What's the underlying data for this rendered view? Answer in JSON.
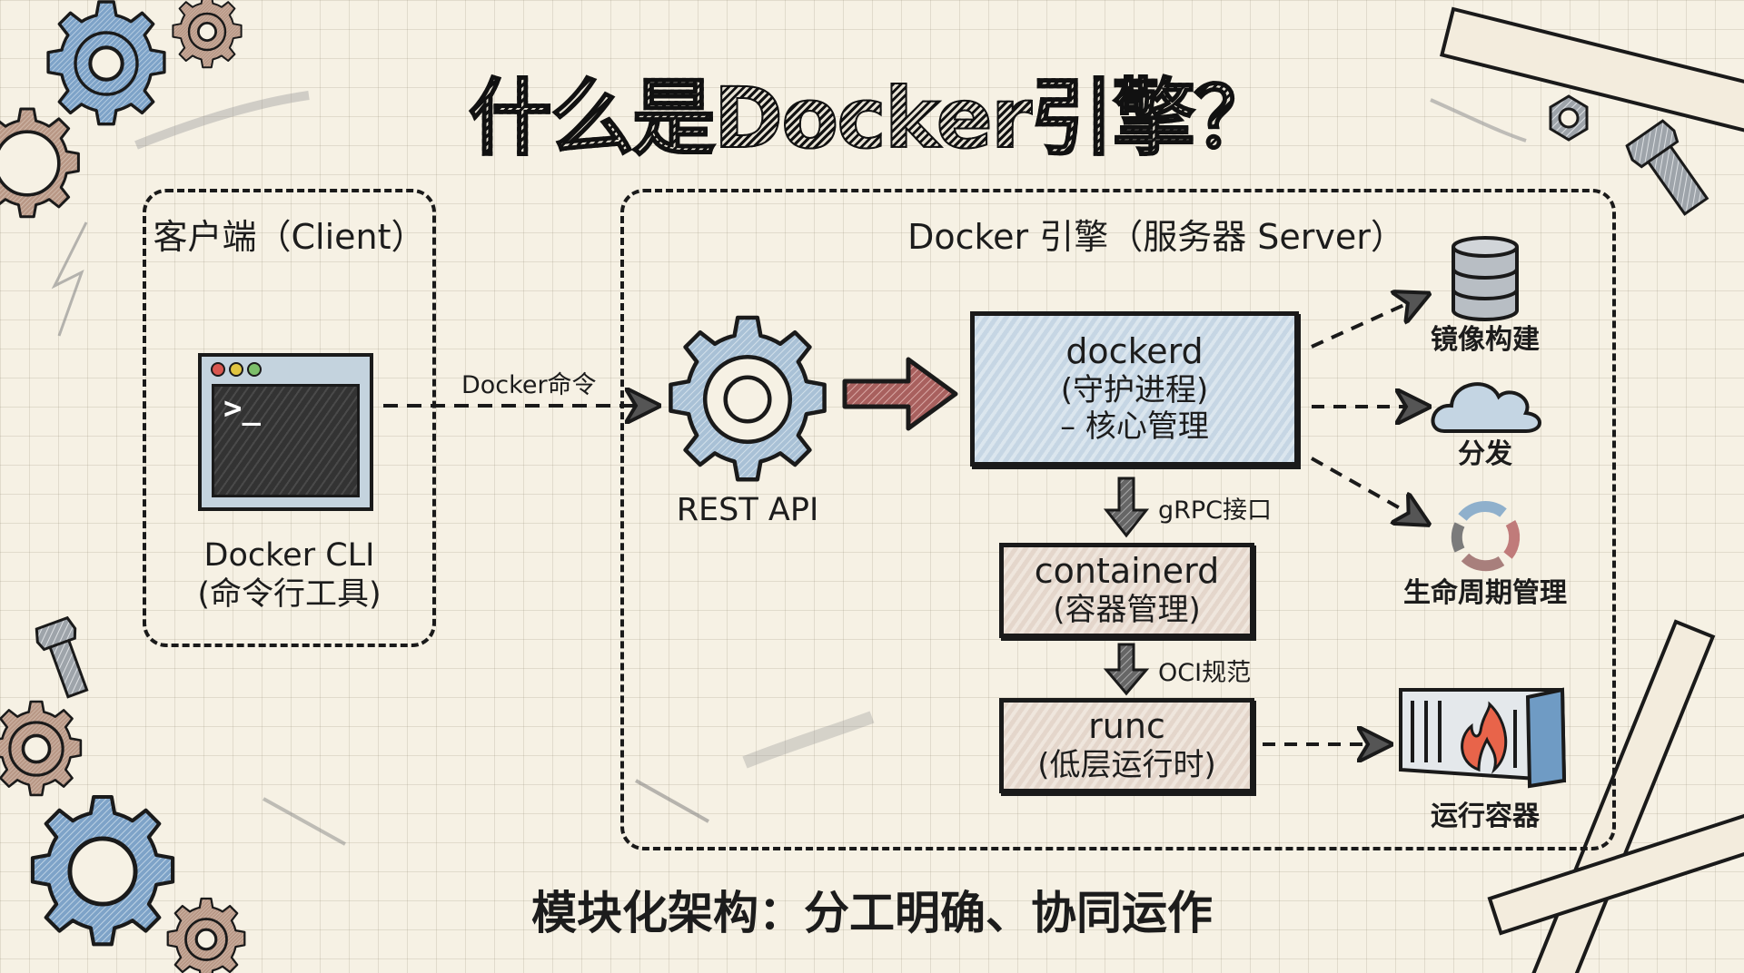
{
  "title": "什么是Docker引擎？",
  "client": {
    "box_title": "客户端（Client）",
    "component_name": "Docker CLI",
    "component_desc": "(命令行工具)"
  },
  "connection_client_server": {
    "label": "Docker命令"
  },
  "server": {
    "box_title": "Docker 引擎（服务器 Server）",
    "rest_api_label": "REST API",
    "dockerd": {
      "name": "dockerd",
      "desc": "(守护进程)",
      "role": "– 核心管理"
    },
    "grpc_label": "gRPC接口",
    "containerd": {
      "name": "containerd",
      "desc": "(容器管理)"
    },
    "oci_label": "OCI规范",
    "runc": {
      "name": "runc",
      "desc": "(低层运行时)"
    },
    "functions": [
      {
        "icon": "database-icon",
        "label": "镜像构建"
      },
      {
        "icon": "cloud-icon",
        "label": "分发"
      },
      {
        "icon": "cycle-arrows-icon",
        "label": "生命周期管理"
      }
    ],
    "output": {
      "icon": "shipping-container-icon",
      "label": "运行容器"
    }
  },
  "footer": "模块化架构：分工明确、协同运作",
  "colors": {
    "paper": "#f6f1e4",
    "ink": "#1a1a1a",
    "blue": "#c6d6e4",
    "tan": "#e4d6cb",
    "red_arrow": "#a8605e",
    "flame": "#e8644a"
  }
}
